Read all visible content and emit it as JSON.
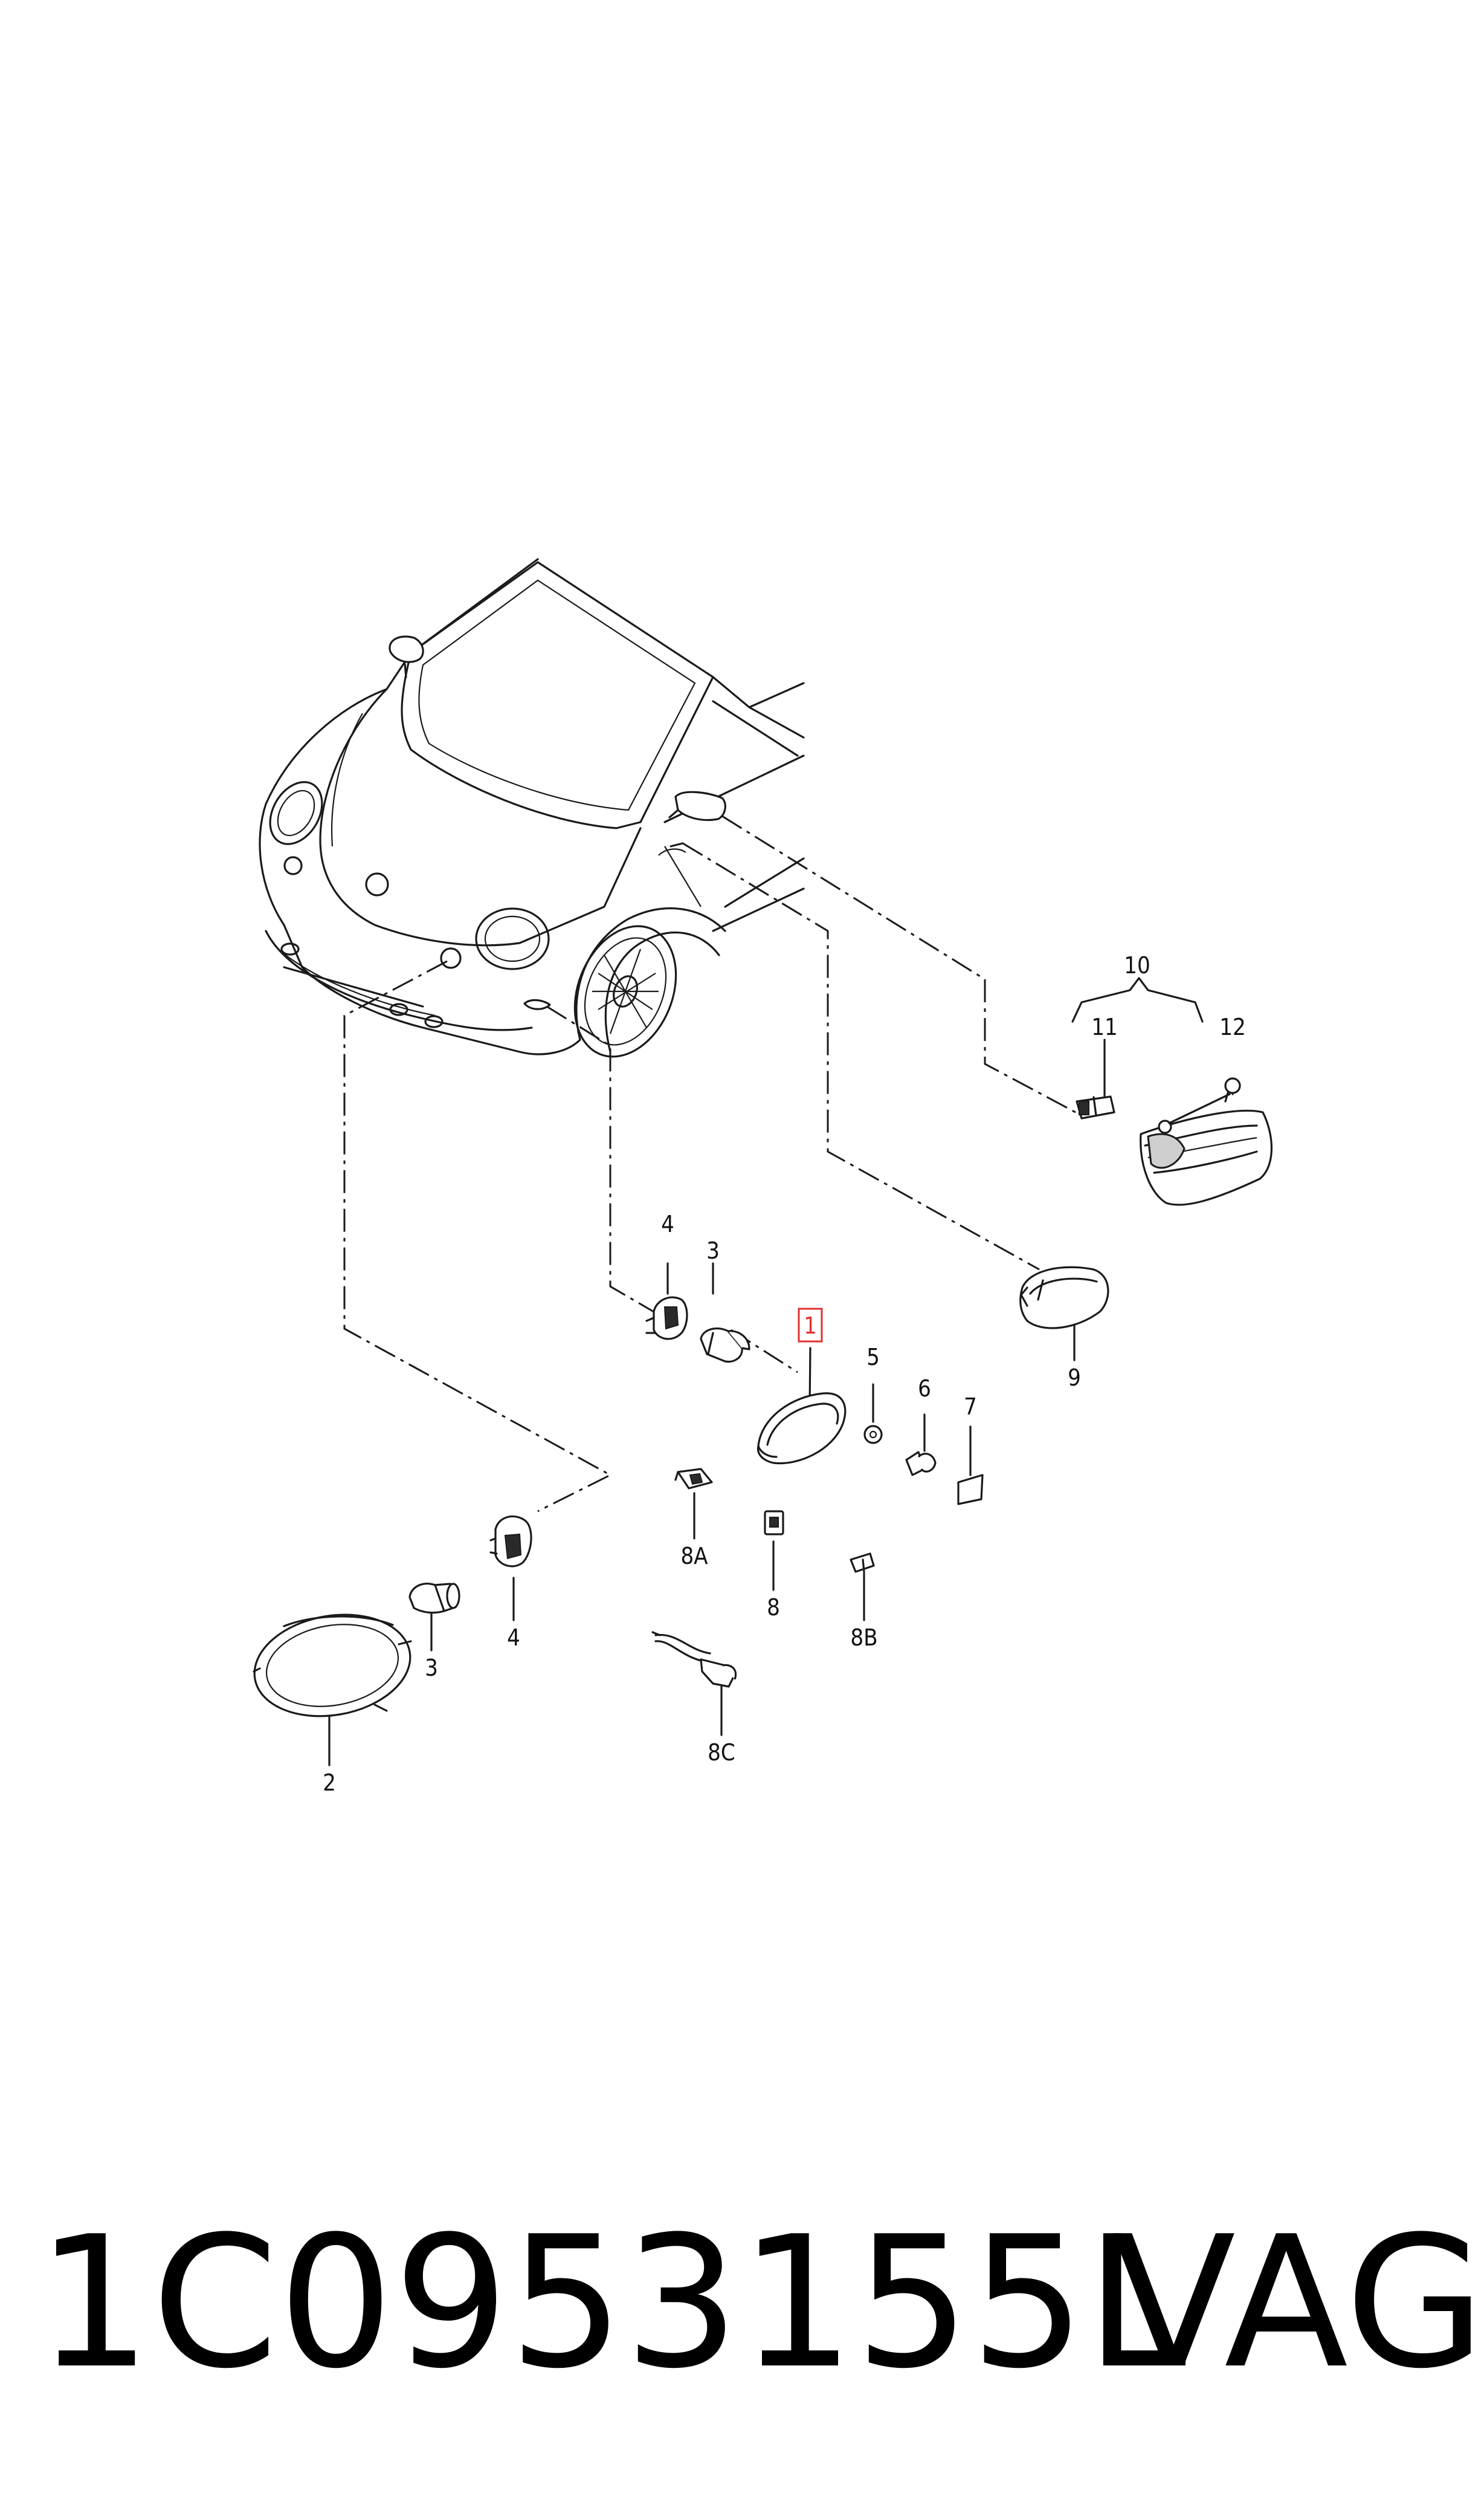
{
  "diagram": {
    "callouts": {
      "c1": "1",
      "c2": "2",
      "c3a": "3",
      "c3b": "3",
      "c4a": "4",
      "c4b": "4",
      "c5": "5",
      "c6": "6",
      "c7": "7",
      "c8": "8",
      "c8a": "8A",
      "c8b": "8B",
      "c8c": "8C",
      "c9": "9",
      "c10": "10",
      "c11": "11",
      "c12": "12"
    },
    "highlight_color": "#e03030"
  },
  "footer": {
    "part_number": "1C0953155L",
    "brand": "VAG"
  }
}
